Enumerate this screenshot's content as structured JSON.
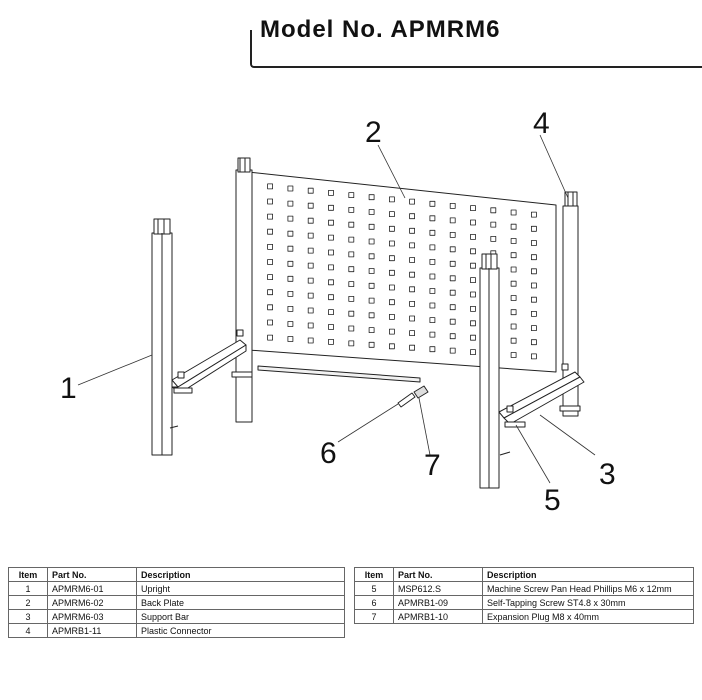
{
  "title": "Model No. APMRM6",
  "callouts": [
    "1",
    "2",
    "3",
    "4",
    "5",
    "6",
    "7"
  ],
  "table": {
    "headers": [
      "Item",
      "Part No.",
      "Description"
    ],
    "left_rows": [
      [
        "1",
        "APMRM6-01",
        "Upright"
      ],
      [
        "2",
        "APMRM6-02",
        "Back Plate"
      ],
      [
        "3",
        "APMRM6-03",
        "Support Bar"
      ],
      [
        "4",
        "APMRB1-11",
        "Plastic Connector"
      ]
    ],
    "right_rows": [
      [
        "5",
        "MSP612.S",
        "Machine Screw Pan Head Phillips M6 x 12mm"
      ],
      [
        "6",
        "APMRB1-09",
        "Self-Tapping Screw ST4.8 x 30mm"
      ],
      [
        "7",
        "APMRB1-10",
        "Expansion Plug M8 x 40mm"
      ]
    ]
  }
}
